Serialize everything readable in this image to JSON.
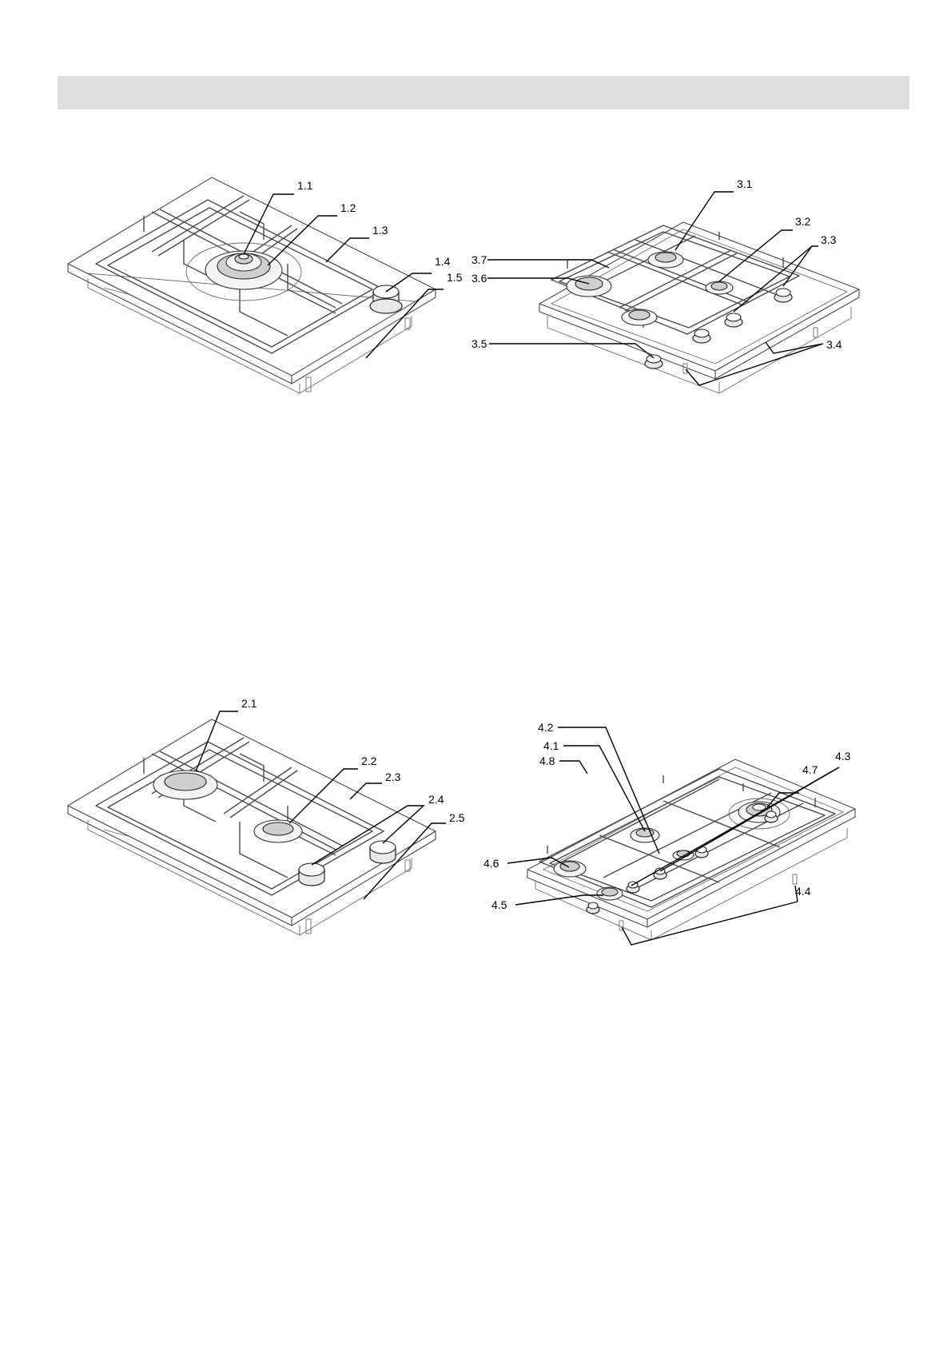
{
  "colors": {
    "header_bar": "#dedede",
    "line": "#4a4a4a",
    "leader": "#000000"
  },
  "diagram1": {
    "labels": [
      "1.1",
      "1.2",
      "1.3",
      "1.4",
      "1.5"
    ]
  },
  "diagram2": {
    "labels": [
      "2.1",
      "2.2",
      "2.3",
      "2.4",
      "2.5"
    ]
  },
  "diagram3": {
    "labels": [
      "3.1",
      "3.2",
      "3.3",
      "3.4",
      "3.5",
      "3.6",
      "3.7"
    ]
  },
  "diagram4": {
    "labels": [
      "4.1",
      "4.2",
      "4.3",
      "4.4",
      "4.5",
      "4.6",
      "4.7",
      "4.8"
    ]
  }
}
